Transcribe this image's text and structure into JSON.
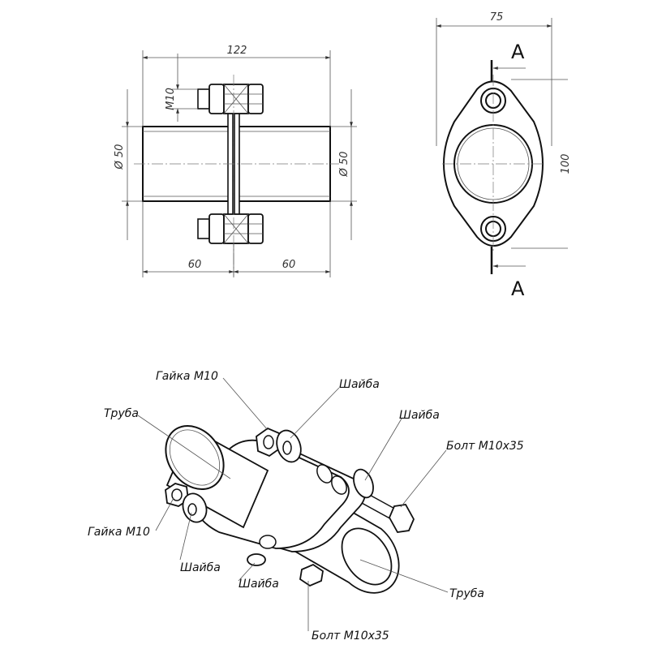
{
  "front_view": {
    "dim_total_length": "122",
    "dim_left_half": "60",
    "dim_right_half": "60",
    "dim_thread": "M10",
    "dim_diameter_left": "Ø 50",
    "dim_diameter_right": "Ø 50"
  },
  "side_view": {
    "dim_width": "75",
    "section_label_top": "A",
    "section_label_bottom": "A"
  },
  "iso_labels": {
    "nut_top": "Гайка М10",
    "washer_top_1": "Шайба",
    "washer_top_2": "Шайба",
    "bolt_right": "Болт М10х35",
    "pipe_left": "Труба",
    "nut_left": "Гайка М10",
    "washer_bottom_1": "Шайба",
    "washer_bottom_2": "Шайба",
    "pipe_right": "Труба",
    "bolt_bottom": "Болт М10х35"
  }
}
